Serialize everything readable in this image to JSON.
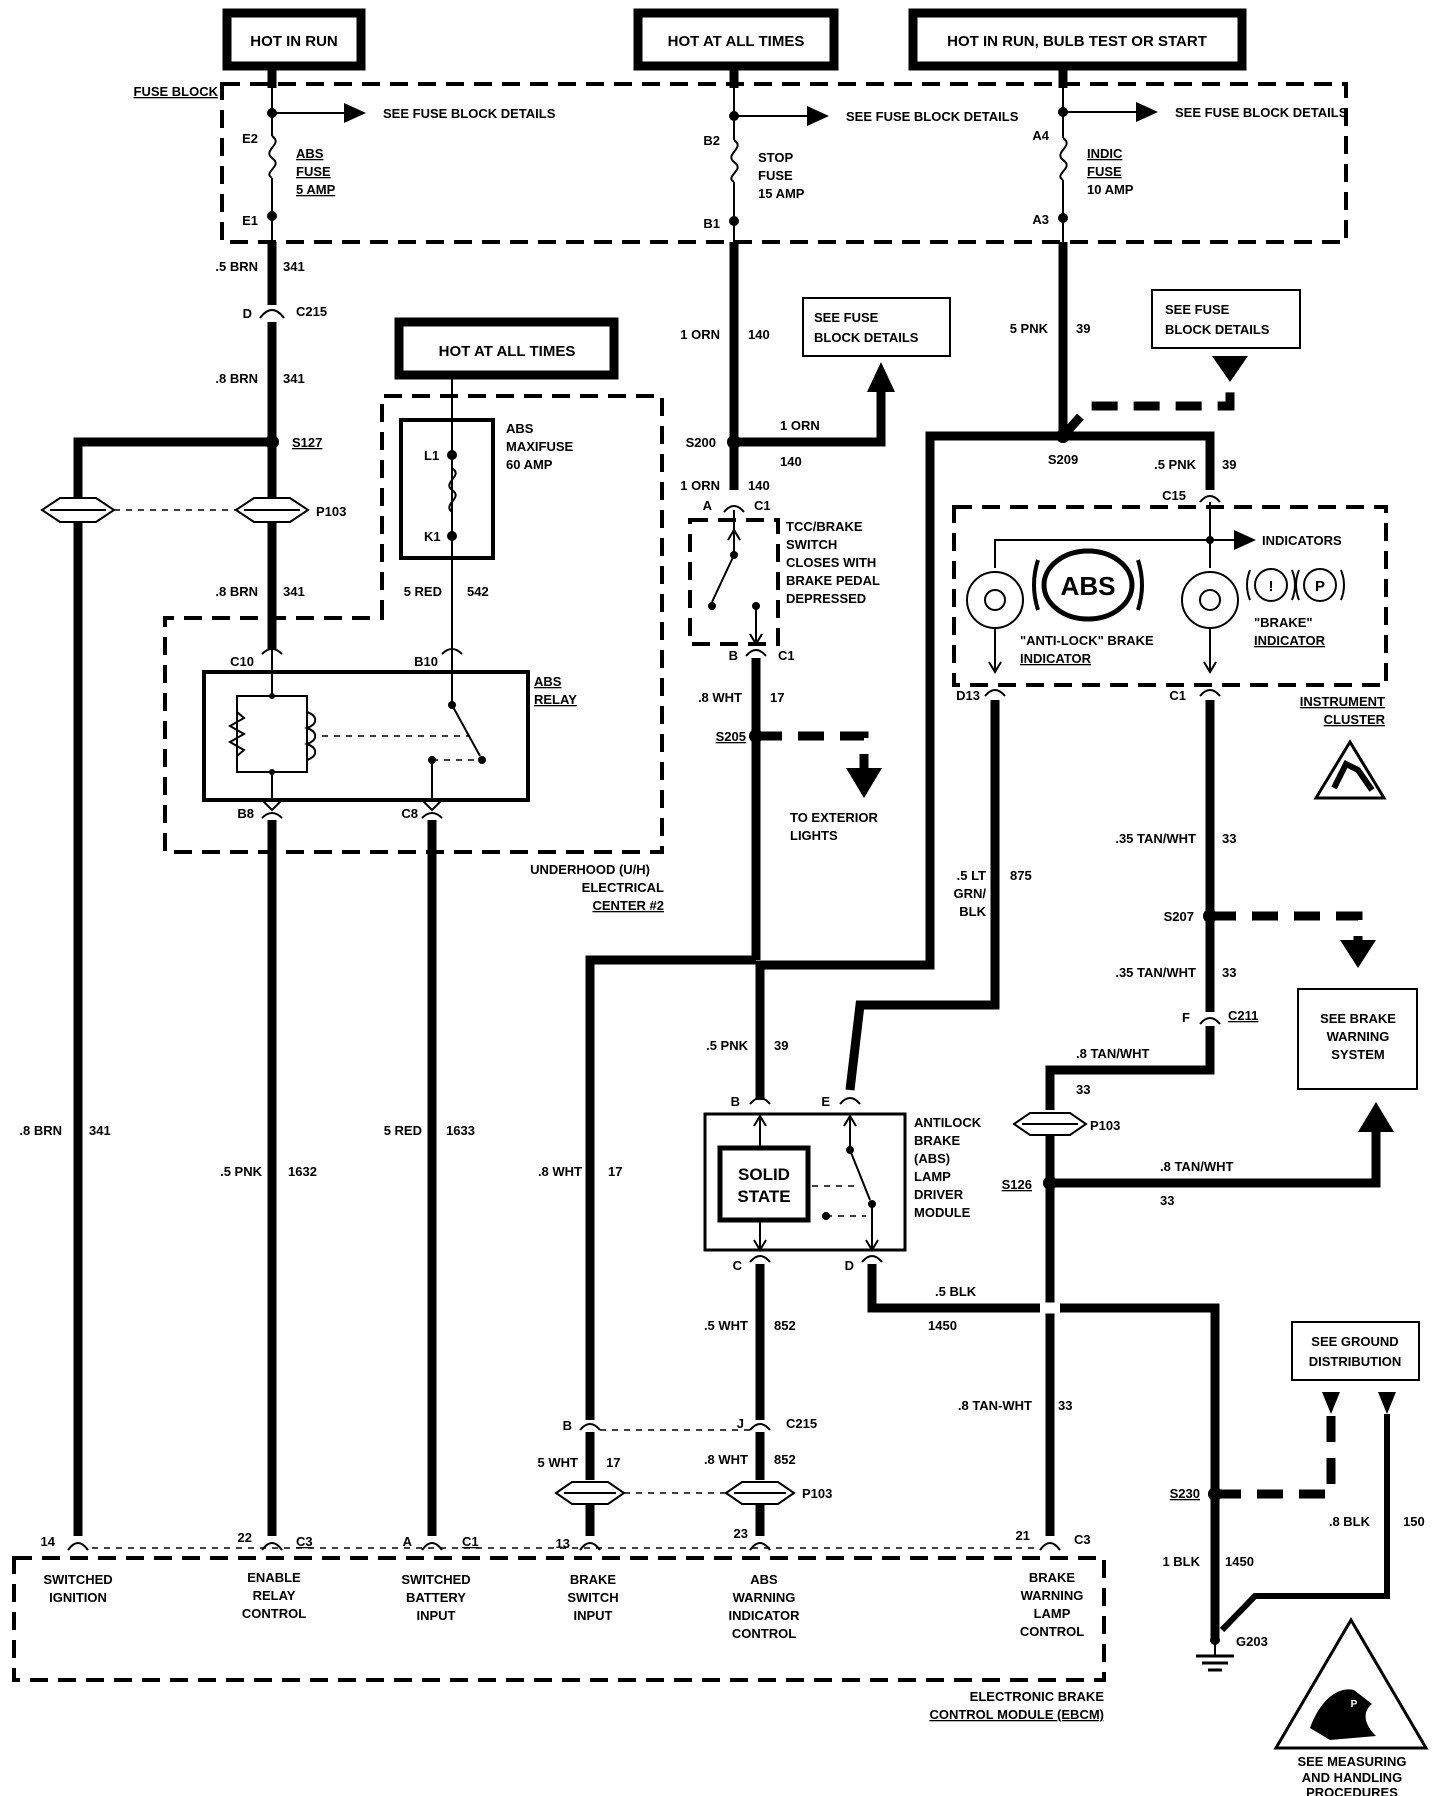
{
  "power": {
    "hot_in_run": "HOT IN RUN",
    "hot_at_all_times": "HOT AT ALL TIMES",
    "hot_in_run_bulb": "HOT IN RUN, BULB TEST OR START",
    "hot_at_all_times_2": "HOT AT ALL TIMES"
  },
  "fuse_block": {
    "label": "FUSE BLOCK",
    "see_details": "SEE FUSE BLOCK DETAILS",
    "abs_fuse": {
      "pin_top": "E2",
      "pin_bot": "E1",
      "name1": "ABS",
      "name2": "FUSE",
      "rating": "5 AMP"
    },
    "stop_fuse": {
      "pin_top": "B2",
      "pin_bot": "B1",
      "name1": "STOP",
      "name2": "FUSE",
      "rating": "15 AMP"
    },
    "indic_fuse": {
      "pin_top": "A4",
      "pin_bot": "A3",
      "name1": "INDIC",
      "name2": "FUSE",
      "rating": "10 AMP"
    }
  },
  "wires": {
    "w341a": ".5 BRN",
    "c341": "341",
    "w341b": ".8 BRN",
    "w341c": ".8 BRN",
    "w341d": ".8 BRN",
    "w140a": "1 ORN",
    "c140": "140",
    "w140b": "1 ORN",
    "w140c": "1 ORN",
    "w39a": "5 PNK",
    "c39": "39",
    "w39b": ".5 PNK",
    "w39c": ".5 PNK",
    "w542": "5 RED",
    "c542": "542",
    "w17a": ".8 WHT",
    "c17": "17",
    "w17b": ".8 WHT",
    "w17c": "5 WHT",
    "w875a": ".5 LT",
    "w875b": "GRN/",
    "w875c": "BLK",
    "c875": "875",
    "w33a": ".35 TAN/WHT",
    "c33": "33",
    "w33b": ".35 TAN/WHT",
    "w33c": ".8 TAN/WHT",
    "w33d": ".8 TAN/WHT",
    "w33e": ".8 TAN-WHT",
    "w1632": ".5 PNK",
    "c1632": "1632",
    "w1633": "5 RED",
    "c1633": "1633",
    "w852a": ".5 WHT",
    "c852": "852",
    "w852b": ".8 WHT",
    "w1450a": ".5 BLK",
    "c1450": "1450",
    "w1450b": "1 BLK",
    "w150": ".8 BLK",
    "c150": "150"
  },
  "connectors": {
    "d": "D",
    "c215": "C215",
    "s127": "S127",
    "p103": "P103",
    "s200": "S200",
    "a": "A",
    "c1": "C1",
    "b": "B",
    "s205": "S205",
    "s209": "S209",
    "c15": "C15",
    "d13": "D13",
    "s207": "S207",
    "f": "F",
    "c211": "C211",
    "s126": "S126",
    "c10": "C10",
    "b10": "B10",
    "b8": "B8",
    "c8": "C8",
    "e": "E",
    "c": "C",
    "dd": "D",
    "j": "J",
    "s230": "S230",
    "g203": "G203",
    "p14": "14",
    "p22": "22",
    "c3": "C3",
    "pa": "A",
    "p13": "13",
    "p23": "23",
    "p21": "21"
  },
  "components": {
    "maxifuse": {
      "name1": "ABS",
      "name2": "MAXIFUSE",
      "rating": "60 AMP",
      "l1": "L1",
      "k1": "K1"
    },
    "relay": {
      "name1": "ABS",
      "name2": "RELAY"
    },
    "uh_center": {
      "l1": "UNDERHOOD (U/H)",
      "l2": "ELECTRICAL",
      "l3": "CENTER #2"
    },
    "tcc_switch": {
      "l1": "TCC/BRAKE",
      "l2": "SWITCH",
      "l3": "CLOSES WITH",
      "l4": "BRAKE PEDAL",
      "l5": "DEPRESSED"
    },
    "exterior": {
      "l1": "TO EXTERIOR",
      "l2": "LIGHTS"
    },
    "cluster": {
      "indicators": "INDICATORS",
      "abs_badge": "ABS",
      "antilock": "\"ANTI-LOCK\" BRAKE",
      "indicator": "INDICATOR",
      "brake": "\"BRAKE\"",
      "brake_ind": "INDICATOR",
      "l1": "INSTRUMENT",
      "l2": "CLUSTER"
    },
    "brake_warning": {
      "l1": "SEE BRAKE",
      "l2": "WARNING",
      "l3": "SYSTEM"
    },
    "ground_dist": {
      "l1": "SEE GROUND",
      "l2": "DISTRIBUTION"
    },
    "lamp_driver": {
      "solid1": "SOLID",
      "solid2": "STATE",
      "l1": "ANTILOCK",
      "l2": "BRAKE",
      "l3": "(ABS)",
      "l4": "LAMP",
      "l5": "DRIVER",
      "l6": "MODULE"
    },
    "ebcm": {
      "l1": "ELECTRONIC BRAKE",
      "l2": "CONTROL MODULE (EBCM)"
    },
    "handling": {
      "l1": "SEE MEASURING",
      "l2": "AND HANDLING",
      "l3": "PROCEDURES"
    }
  },
  "ebcm_pins": {
    "p1a": "SWITCHED",
    "p1b": "IGNITION",
    "p2a": "ENABLE",
    "p2b": "RELAY",
    "p2c": "CONTROL",
    "p3a": "SWITCHED",
    "p3b": "BATTERY",
    "p3c": "INPUT",
    "p4a": "BRAKE",
    "p4b": "SWITCH",
    "p4c": "INPUT",
    "p5a": "ABS",
    "p5b": "WARNING",
    "p5c": "INDICATOR",
    "p5d": "CONTROL",
    "p6a": "BRAKE",
    "p6b": "WARNING",
    "p6c": "LAMP",
    "p6d": "CONTROL"
  }
}
